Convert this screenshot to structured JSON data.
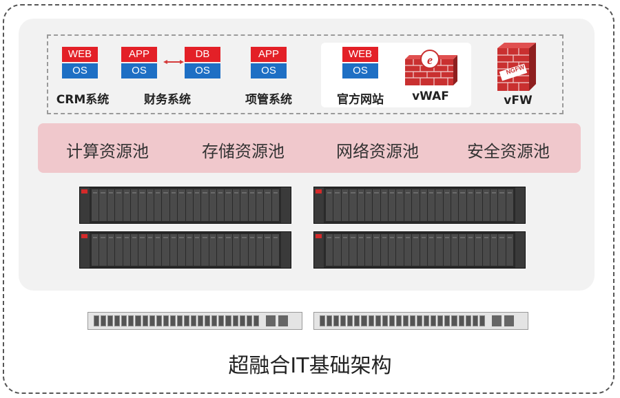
{
  "caption": "超融合IT基础架构",
  "apps": {
    "crm": {
      "top": "WEB",
      "bottom": "OS",
      "label": "CRM系统"
    },
    "finance_app": {
      "top": "APP",
      "bottom": "OS"
    },
    "finance_db": {
      "top": "DB",
      "bottom": "OS"
    },
    "finance_label": "财务系统",
    "project": {
      "top": "APP",
      "bottom": "OS",
      "label": "项管系统"
    },
    "website": {
      "top": "WEB",
      "bottom": "OS",
      "label": "官方网站"
    },
    "vwaf": {
      "label": "vWAF",
      "icon": "firewall-with-e-icon"
    },
    "vfw": {
      "label": "vFW",
      "icon": "ngfw-firewall-icon",
      "badge": "NGFW"
    }
  },
  "pools": [
    "计算资源池",
    "存储资源池",
    "网络资源池",
    "安全资源池"
  ],
  "colors": {
    "layer_red": "#e32027",
    "layer_blue": "#1e6fc4",
    "pool_bg": "#f0c8cc",
    "panel_bg": "#f2f2f2"
  }
}
